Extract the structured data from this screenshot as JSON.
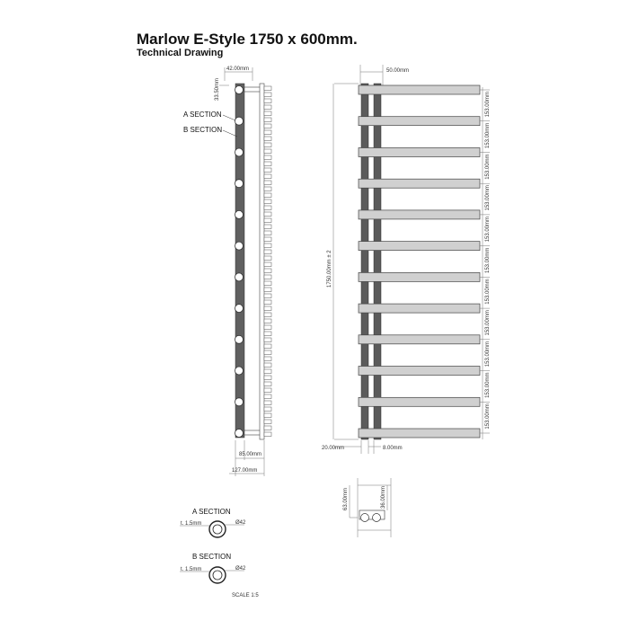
{
  "title": "Marlow E-Style 1750 x 600mm.",
  "subtitle": "Technical Drawing",
  "side_view": {
    "dim_top_width": "42.00mm",
    "dim_top_offset": "33.50mm",
    "label_a": "A SECTION",
    "label_b": "B SECTION",
    "dim_base_inner": "85.00mm",
    "dim_base_outer": "127.00mm"
  },
  "front_view": {
    "dim_top": "50.00mm",
    "dim_height": "1750.00mm ± 2",
    "bar_spacing": "153.00mm",
    "spacing_count": 11,
    "dim_left": "20.00mm",
    "dim_right": "8.00mm"
  },
  "connector_detail": {
    "dim_outer": "63.00mm",
    "dim_inner": "36.00mm"
  },
  "sections": {
    "a_title": "A SECTION",
    "b_title": "B SECTION",
    "thickness": "t. 1.5mm",
    "diameter": "Ø42",
    "cut_text": "SCALE 1:5"
  }
}
